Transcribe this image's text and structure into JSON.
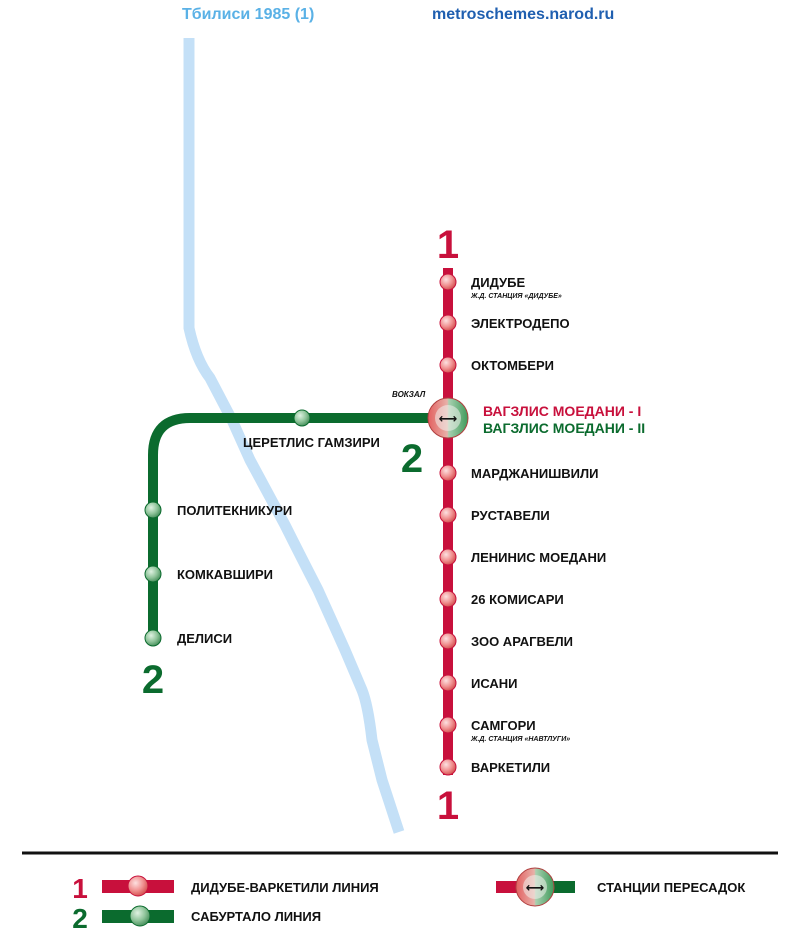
{
  "header": {
    "title": "Тбилиси 1985 (1)",
    "site": "metroschemes.narod.ru"
  },
  "colors": {
    "line1": "#c8103c",
    "line2": "#0b6b2e",
    "river": "#c4e0f7",
    "title": "#5ab1e6",
    "site": "#1f5fb0"
  },
  "river_name": "",
  "lines": {
    "line1": {
      "number": "1",
      "color": "#c8103c"
    },
    "line2": {
      "number": "2",
      "color": "#0b6b2e"
    }
  },
  "line1_stations": [
    {
      "name": "ДИДУБЕ",
      "sub": "Ж.Д. СТАНЦИЯ «ДИДУБЕ»"
    },
    {
      "name": "ЭЛЕКТРОДЕПО",
      "sub": ""
    },
    {
      "name": "ОКТОМБЕРИ",
      "sub": ""
    },
    {
      "name": "МАРДЖАНИШВИЛИ",
      "sub": ""
    },
    {
      "name": "РУСТАВЕЛИ",
      "sub": ""
    },
    {
      "name": "ЛЕНИНИС МОЕДАНИ",
      "sub": ""
    },
    {
      "name": "26 КОМИСАРИ",
      "sub": ""
    },
    {
      "name": "ЗОО АРАГВЕЛИ",
      "sub": ""
    },
    {
      "name": "ИСАНИ",
      "sub": ""
    },
    {
      "name": "САМГОРИ",
      "sub": "Ж.Д. СТАНЦИЯ «НАВТЛУГИ»"
    },
    {
      "name": "ВАРКЕТИЛИ",
      "sub": ""
    }
  ],
  "line2_stations": [
    {
      "name": "ЦЕРЕТЛИС ГАМЗИРИ"
    },
    {
      "name": "ПОЛИТЕКНИКУРИ"
    },
    {
      "name": "КОМКАВШИРИ"
    },
    {
      "name": "ДЕЛИСИ"
    }
  ],
  "transfer": {
    "name_line1": "ВАГЗЛИС МОЕДАНИ - I",
    "name_line2": "ВАГЗЛИС МОЕДАНИ - II",
    "note": "ВОКЗАЛ",
    "symbol": "⟷"
  },
  "legend": {
    "line1": {
      "number": "1",
      "label": "ДИДУБЕ-ВАРКЕТИЛИ ЛИНИЯ"
    },
    "line2": {
      "number": "2",
      "label": "САБУРТАЛО ЛИНИЯ"
    },
    "transfer": {
      "label": "СТАНЦИИ ПЕРЕСАДОК",
      "symbol": "⟷"
    }
  },
  "icons": {
    "station_line1": "red-station-dot",
    "station_line2": "green-station-dot",
    "transfer": "transfer-station-icon"
  }
}
